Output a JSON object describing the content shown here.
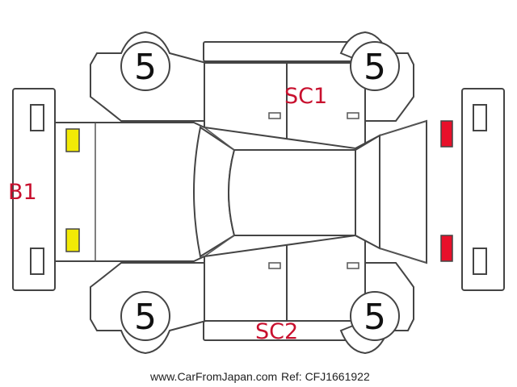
{
  "condition_badges": {
    "front_left": "5",
    "rear_left": "5",
    "front_right": "5",
    "rear_right": "5"
  },
  "labels": {
    "rear_bumper": "B1",
    "left_side": "SC1",
    "right_side": "SC2"
  },
  "footer": {
    "site": "www.CarFromJapan.com",
    "ref": "Ref: CFJ1661922"
  },
  "colors": {
    "rear_lamps": "#f2ea06",
    "front_lamps": "#e8102a",
    "label_text": "#c8102e",
    "outline": "#444444"
  }
}
